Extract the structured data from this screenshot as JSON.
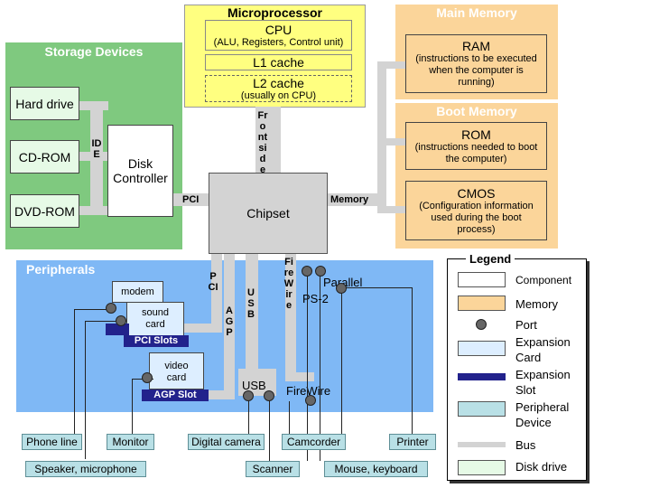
{
  "microprocessor": {
    "title": "Microprocessor",
    "cpu": "CPU",
    "cpu_detail": "(ALU, Registers, Control unit)",
    "l1": "L1 cache",
    "l2": "L2 cache",
    "l2_detail": "(usually on CPU)"
  },
  "main_memory": {
    "title": "Main Memory",
    "ram": "RAM",
    "ram_detail": "(instructions to be executed when the computer is running)"
  },
  "boot_memory": {
    "title": "Boot Memory",
    "rom": "ROM",
    "rom_detail": "(instructions needed to boot the computer)",
    "cmos": "CMOS",
    "cmos_detail": "(Configuration information used during the boot process)"
  },
  "storage": {
    "title": "Storage Devices",
    "hard_drive": "Hard drive",
    "cd_rom": "CD-ROM",
    "dvd_rom": "DVD-ROM",
    "ide": "IDE",
    "disk_controller": "Disk Controller"
  },
  "chipset": "Chipset",
  "buses": {
    "front_side": "Front side",
    "pci": "PCI",
    "memory": "Memory",
    "pci_vertical": "PCI",
    "agp": "AGP",
    "usb_vertical": "USB",
    "firewire_vertical": "FireWire"
  },
  "peripherals": {
    "title": "Peripherals",
    "modem": "modem",
    "sound_card": "sound card",
    "pci_slots": "PCI Slots",
    "video_card": "video card",
    "agp_slot": "AGP Slot",
    "usb_port": "USB",
    "firewire_port": "FireWire",
    "parallel": "Parallel",
    "ps2": "PS-2"
  },
  "devices": {
    "phone_line": "Phone line",
    "monitor": "Monitor",
    "digital_camera": "Digital camera",
    "camcorder": "Camcorder",
    "printer": "Printer",
    "speaker_microphone": "Speaker, microphone",
    "scanner": "Scanner",
    "mouse_keyboard": "Mouse, keyboard"
  },
  "legend": {
    "title": "Legend",
    "items": [
      "Component",
      "Memory",
      "Port",
      "Expansion Card",
      "Expansion Slot",
      "Peripheral Device",
      "Bus",
      "Disk drive"
    ]
  },
  "colors": {
    "memory": "#fbd59a",
    "microprocessor": "#ffff80",
    "storage": "#7fc97f",
    "peripherals": "#7fb8f5",
    "bus": "#d3d3d3",
    "slot": "#22228c",
    "device": "#b9e0e6",
    "card": "#ddeeff"
  }
}
